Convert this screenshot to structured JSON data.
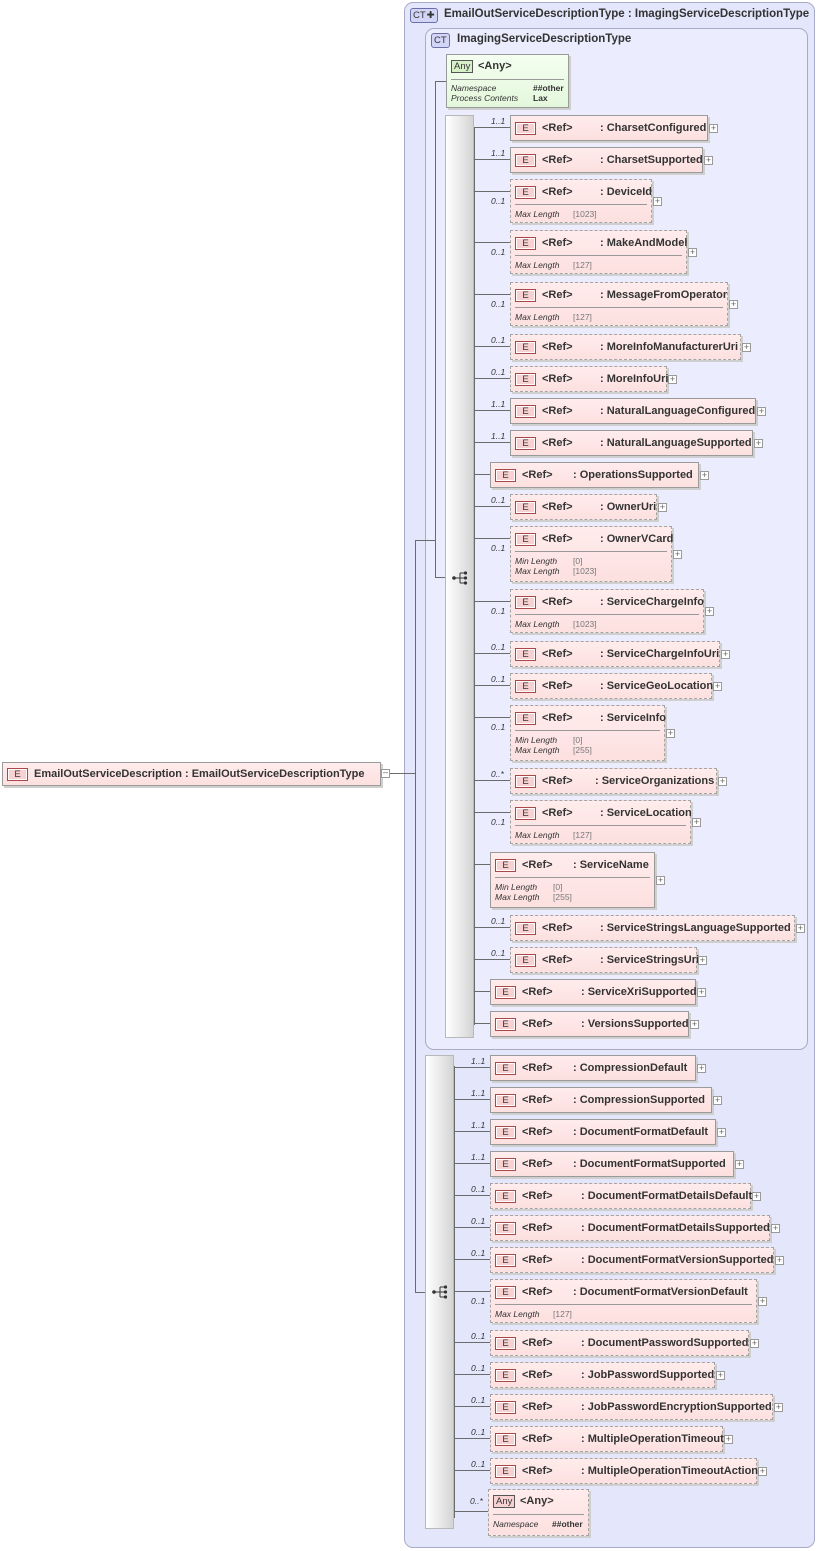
{
  "diagram": {
    "root": {
      "badge": "E",
      "label": "EmailOutServiceDescription : EmailOutServiceDescriptionType"
    },
    "outer_type": {
      "badge": "CT",
      "label": "EmailOutServiceDescriptionType : ImagingServiceDescriptionType"
    },
    "inner_type": {
      "badge": "CT",
      "label": "ImagingServiceDescriptionType"
    },
    "any_top": {
      "badge": "Any",
      "label": "<Any>",
      "namespace_label": "Namespace",
      "namespace_value": "##other",
      "process_label": "Process Contents",
      "process_value": "Lax"
    },
    "ref_label": "<Ref>",
    "e_badge": "E",
    "inner_elements": [
      {
        "card": "1..1",
        "name": ": CharsetConfigured"
      },
      {
        "card": "1..1",
        "name": ": CharsetSupported"
      },
      {
        "card": "0..1",
        "name": ": DeviceId",
        "facets": [
          {
            "label": "Max Length",
            "value": "[1023]"
          }
        ]
      },
      {
        "card": "0..1",
        "name": ": MakeAndModel",
        "facets": [
          {
            "label": "Max Length",
            "value": "[127]"
          }
        ]
      },
      {
        "card": "0..1",
        "name": ": MessageFromOperator",
        "facets": [
          {
            "label": "Max Length",
            "value": "[127]"
          }
        ]
      },
      {
        "card": "0..1",
        "name": ": MoreInfoManufacturerUri"
      },
      {
        "card": "0..1",
        "name": ": MoreInfoUri"
      },
      {
        "card": "1..1",
        "name": ": NaturalLanguageConfigured"
      },
      {
        "card": "1..1",
        "name": ": NaturalLanguageSupported"
      },
      {
        "card": "",
        "name": ": OperationsSupported"
      },
      {
        "card": "0..1",
        "name": ": OwnerUri"
      },
      {
        "card": "0..1",
        "name": ": OwnerVCard",
        "facets": [
          {
            "label": "Min Length",
            "value": "[0]"
          },
          {
            "label": "Max Length",
            "value": "[1023]"
          }
        ]
      },
      {
        "card": "0..1",
        "name": ": ServiceChargeInfo",
        "facets": [
          {
            "label": "Max Length",
            "value": "[1023]"
          }
        ]
      },
      {
        "card": "0..1",
        "name": ": ServiceChargeInfoUri"
      },
      {
        "card": "0..1",
        "name": ": ServiceGeoLocation"
      },
      {
        "card": "0..1",
        "name": ": ServiceInfo",
        "facets": [
          {
            "label": "Min Length",
            "value": "[0]"
          },
          {
            "label": "Max Length",
            "value": "[255]"
          }
        ]
      },
      {
        "card": "0..*",
        "name": ": ServiceOrganizations"
      },
      {
        "card": "0..1",
        "name": ": ServiceLocation",
        "facets": [
          {
            "label": "Max Length",
            "value": "[127]"
          }
        ]
      },
      {
        "card": "",
        "name": ": ServiceName",
        "facets": [
          {
            "label": "Min Length",
            "value": "[0]"
          },
          {
            "label": "Max Length",
            "value": "[255]"
          }
        ]
      },
      {
        "card": "0..1",
        "name": ": ServiceStringsLanguageSupported"
      },
      {
        "card": "0..1",
        "name": ": ServiceStringsUri"
      },
      {
        "card": "",
        "name": ": ServiceXriSupported"
      },
      {
        "card": "",
        "name": ": VersionsSupported"
      }
    ],
    "outer_elements": [
      {
        "card": "1..1",
        "name": ": CompressionDefault"
      },
      {
        "card": "1..1",
        "name": ": CompressionSupported"
      },
      {
        "card": "1..1",
        "name": ": DocumentFormatDefault"
      },
      {
        "card": "1..1",
        "name": ": DocumentFormatSupported"
      },
      {
        "card": "0..1",
        "name": ": DocumentFormatDetailsDefault"
      },
      {
        "card": "0..1",
        "name": ": DocumentFormatDetailsSupported"
      },
      {
        "card": "0..1",
        "name": ": DocumentFormatVersionSupported"
      },
      {
        "card": "0..1",
        "name": ": DocumentFormatVersionDefault",
        "facets": [
          {
            "label": "Max Length",
            "value": "[127]"
          }
        ]
      },
      {
        "card": "0..1",
        "name": ": DocumentPasswordSupported"
      },
      {
        "card": "0..1",
        "name": ": JobPasswordSupported"
      },
      {
        "card": "0..1",
        "name": ": JobPasswordEncryptionSupported"
      },
      {
        "card": "0..1",
        "name": ": MultipleOperationTimeout"
      },
      {
        "card": "0..1",
        "name": ": MultipleOperationTimeoutAction"
      }
    ],
    "any_bottom": {
      "card": "0..*",
      "badge": "Any",
      "label": "<Any>",
      "namespace_label": "Namespace",
      "namespace_value": "##other"
    }
  }
}
